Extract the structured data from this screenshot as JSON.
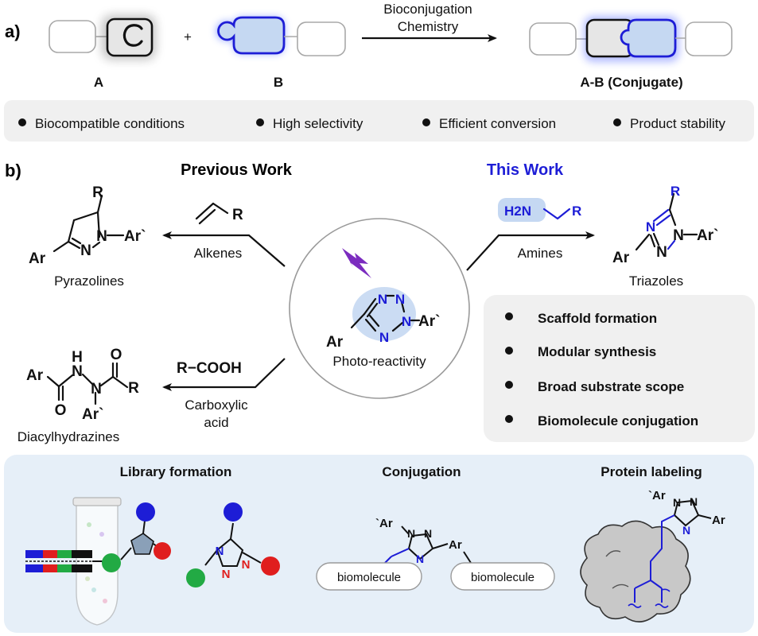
{
  "panel_a": {
    "label": "a)",
    "plus": "+",
    "arrow_text_line1": "Bioconjugation",
    "arrow_text_line2": "Chemistry",
    "label_A": "A",
    "label_B": "B",
    "label_AB": "A-B (Conjugate)",
    "features": [
      "Biocompatible conditions",
      "High selectivity",
      "Efficient conversion",
      "Product stability"
    ]
  },
  "panel_b": {
    "label": "b)",
    "previous_work": "Previous Work",
    "this_work": "This Work",
    "alkenes": "Alkenes",
    "pyrazolines": "Pyrazolines",
    "carboxylic_reagent": "R−COOH",
    "carboxylic_line1": "Carboxylic",
    "carboxylic_line2": "acid",
    "diacylhydrazines": "Diacylhydrazines",
    "amines": "Amines",
    "triazoles": "Triazoles",
    "photo_reactivity": "Photo-reactivity",
    "amine_reagent": "H2N",
    "advantages": [
      "Scaffold formation",
      "Modular synthesis",
      "Broad substrate scope",
      "Biomolecule conjugation"
    ]
  },
  "bottom": {
    "library_formation": "Library formation",
    "conjugation": "Conjugation",
    "protein_labeling": "Protein labeling",
    "biomolecule_left": "biomolecule",
    "biomolecule_right": "biomolecule"
  },
  "atoms": {
    "R": "R",
    "Ar": "Ar",
    "Ar_prime": "Ar`",
    "prime_Ar": "`Ar",
    "N": "N",
    "H": "H",
    "O": "O"
  },
  "colors": {
    "accent_blue": "#1d1dd6",
    "purple": "#7b2cbf",
    "panel_grey": "#f0f0f0",
    "panel_blue": "#e6eff8"
  }
}
